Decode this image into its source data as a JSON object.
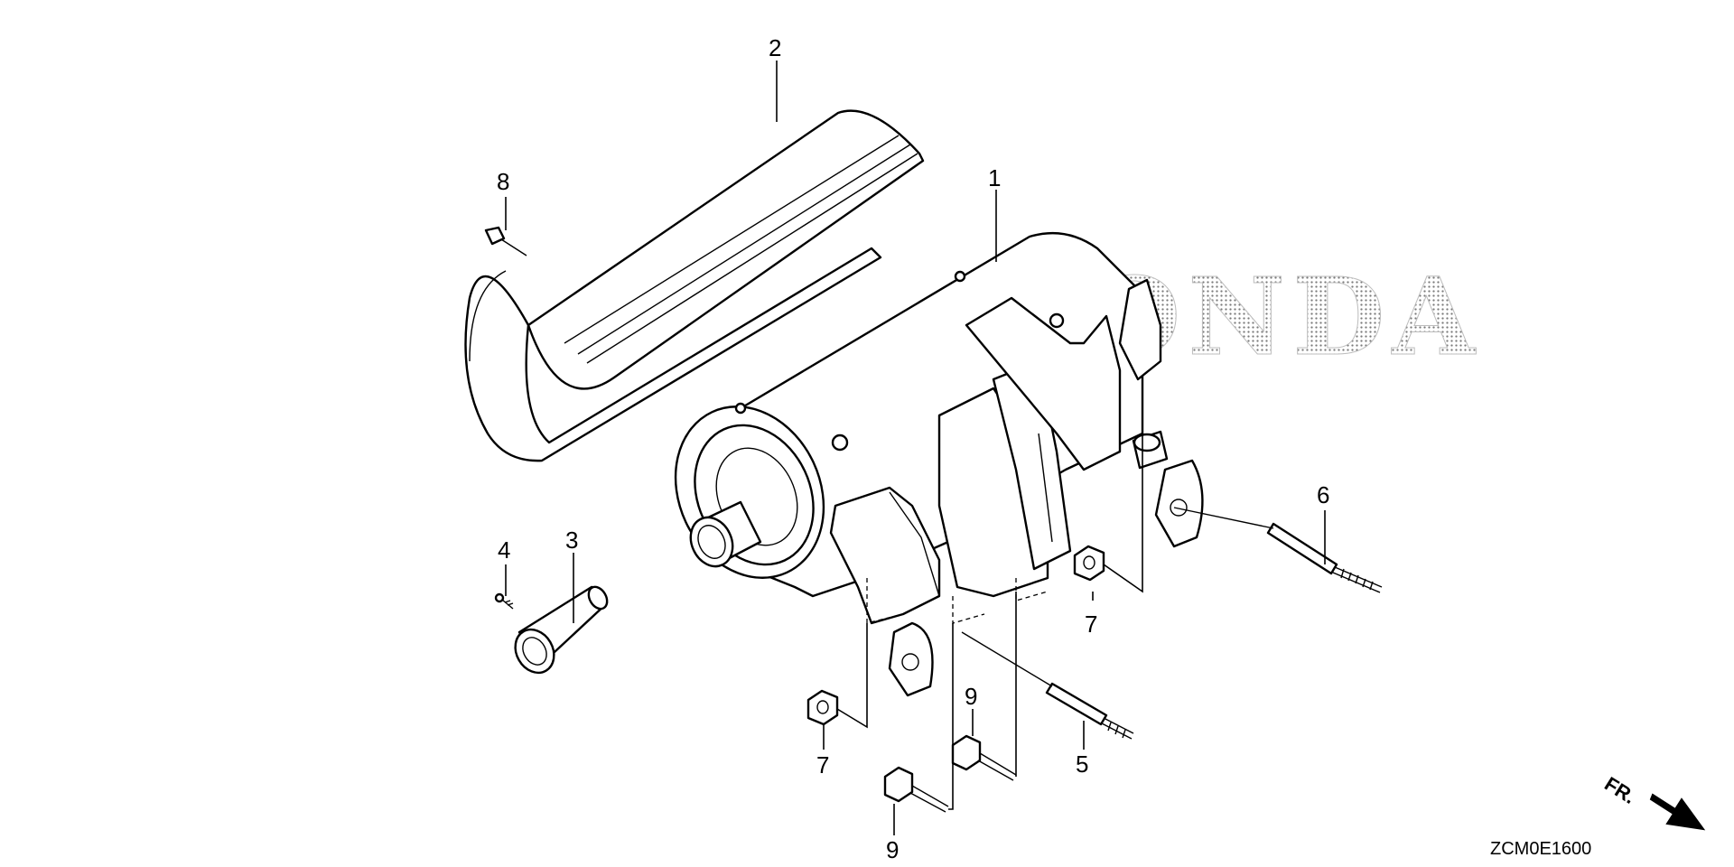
{
  "diagram": {
    "watermark": "HONDA",
    "diagram_code": "ZCM0E1600",
    "front_indicator": "FR.",
    "callouts": {
      "c1": "1",
      "c2": "2",
      "c3": "3",
      "c4": "4",
      "c5": "5",
      "c6": "6",
      "c7a": "7",
      "c7b": "7",
      "c8": "8",
      "c9a": "9",
      "c9b": "9"
    }
  }
}
